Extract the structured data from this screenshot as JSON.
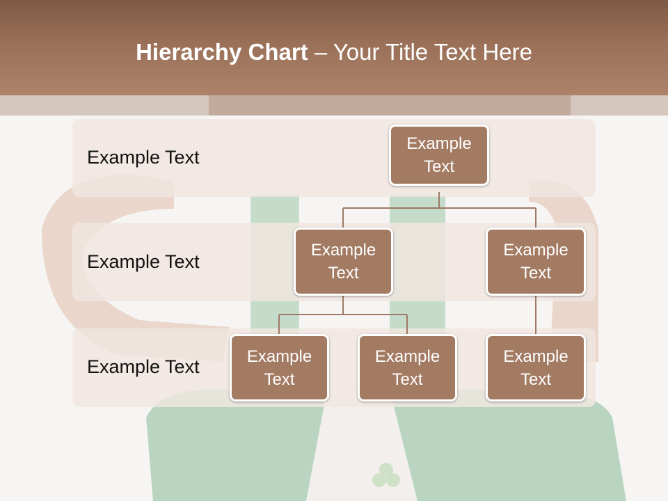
{
  "title": {
    "bold": "Hierarchy Chart",
    "rest": " – Your Title Text Here"
  },
  "levels": [
    {
      "label": "Example Text"
    },
    {
      "label": "Example Text"
    },
    {
      "label": "Example Text"
    }
  ],
  "nodes": {
    "root": "Example Text",
    "l2_left": "Example Text",
    "l2_right": "Example Text",
    "l3_left": "Example Text",
    "l3_middle": "Example Text",
    "l3_right": "Example Text"
  },
  "colors": {
    "node": "#a37a62",
    "title_bar": "#9a7058",
    "connector": "#9c7a66"
  }
}
